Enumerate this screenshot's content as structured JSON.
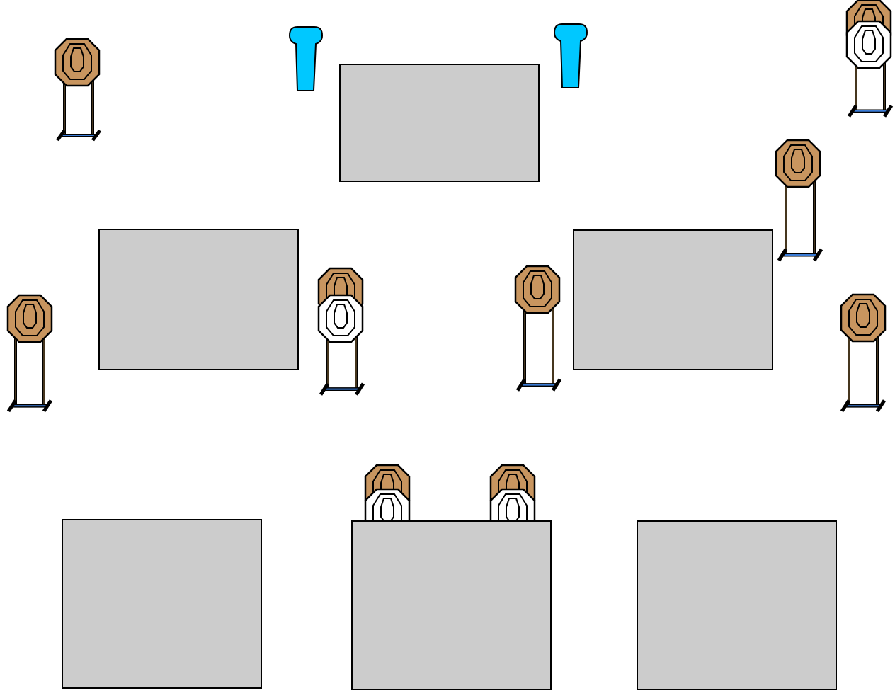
{
  "colors": {
    "background": "#ffffff",
    "wall_fill": "#cccccc",
    "outline": "#000000",
    "cardboard_target": "#c8955f",
    "no_shoot_target": "#ffffff",
    "stand_base_stripe": "#3a7bd5",
    "barrel": "#00c8ff"
  },
  "legend": {
    "wall": "wall",
    "shoot_target": "cardboard-target",
    "no_shoot_target": "no-shoot-target",
    "barrel": "barrel",
    "target_stand": "target-stand"
  }
}
